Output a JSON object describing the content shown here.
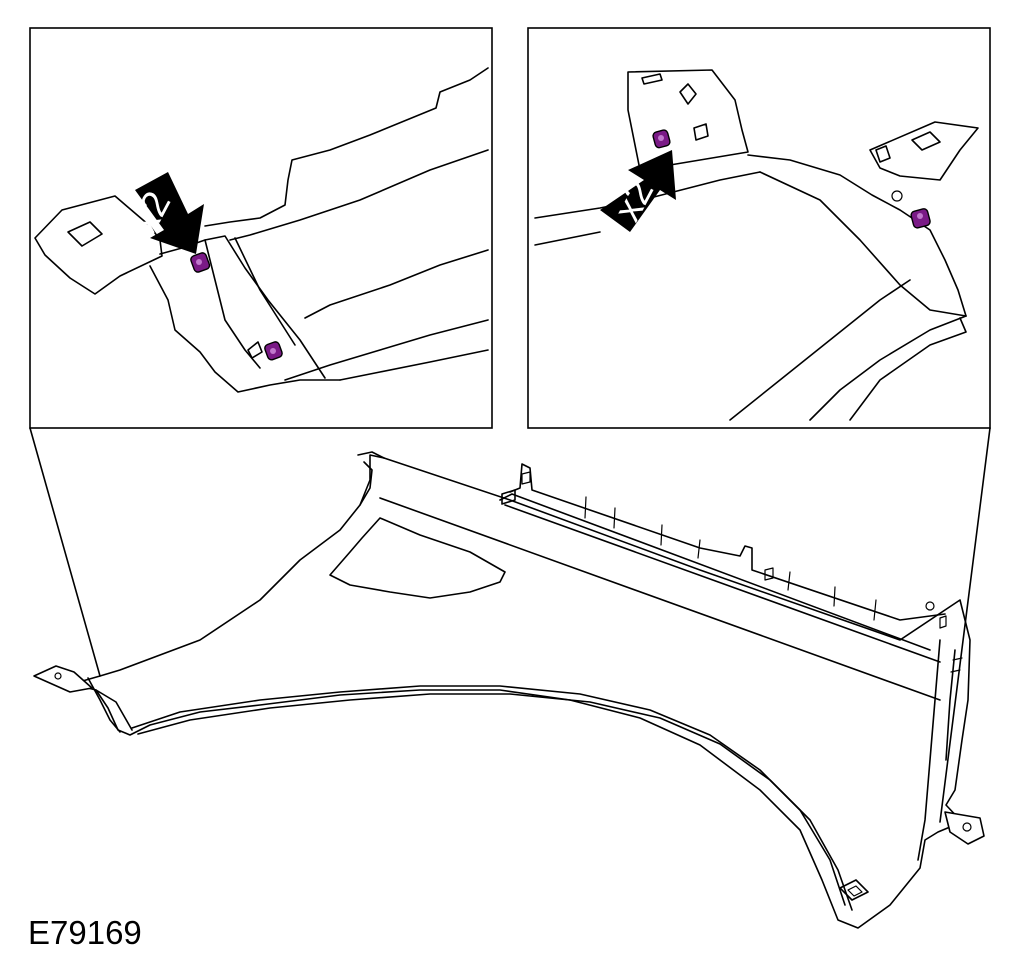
{
  "figure": {
    "reference_code": "E79169",
    "callouts": {
      "left_multiplier": "x2",
      "right_multiplier": "x2"
    },
    "colors": {
      "fastener": "#7a1a86",
      "line": "#000000",
      "background": "#ffffff"
    }
  }
}
